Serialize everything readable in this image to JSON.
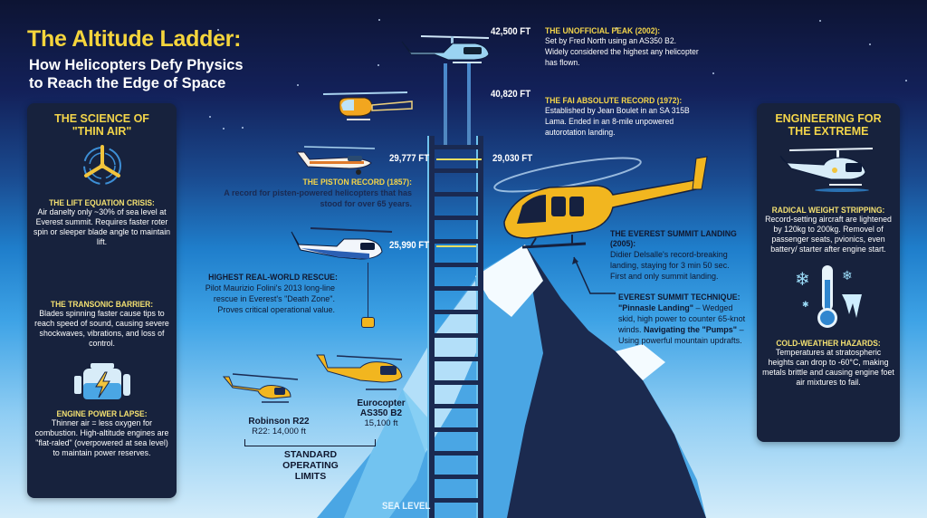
{
  "title": {
    "main": "The Altitude Ladder:",
    "subtitle_line1": "How Helicopters Defy Physics",
    "subtitle_line2": "to Reach the Edge of Space"
  },
  "left_panel": {
    "title_line1": "THE SCIENCE OF",
    "title_line2": "\"THIN AIR\"",
    "icon": "rotor-icon",
    "sections": [
      {
        "heading": "THE LIFT EQUATION CRISIS:",
        "body": "Air danelty only ~30% of sea level at Everest summit. Requires faster roter spin or sleeper blade angle to maintain lift."
      },
      {
        "heading": "THE TRANSONIC BARRIER:",
        "body": "Blades spinning faster cause tips to reach speed of sound, causing severe shockwaves, vibrations, and loss of control."
      },
      {
        "heading": "ENGINE POWER LAPSE:",
        "body": "Thinner air = less oxygen for combustion. High-altitude engines are \"flat-raled\" (overpowered at sea level) to maintain power reserves.",
        "icon": "engine-icon"
      }
    ]
  },
  "right_panel": {
    "title_line1": "ENGINEERING FOR",
    "title_line2": "THE EXTREME",
    "sections": [
      {
        "heading": "RADICAL WEIGHT STRIPPING:",
        "body": "Record-setting aircraft are lightened by 120kg to 200kg. Removel of passenger seats, pvionics, even battery/ starter after engine start.",
        "icon": "helicopter-icon"
      },
      {
        "heading": "COLD-WEATHER HAZARDS:",
        "body": "Temperatures at stratospheric heights can drop to -60°C, making metals brittle and causing engine foet air mixtures to fail.",
        "icon": "thermometer-icon"
      }
    ]
  },
  "altitudes": {
    "a42500": "42,500 FT",
    "a40820": "40,820 FT",
    "a29777": "29,777 FT",
    "a29030": "29,030 FT",
    "a25990": "25,990 FT",
    "sea_level": "SEA LEVEL"
  },
  "records": {
    "unofficial_peak": {
      "heading": "THE UNOFFICIAL PEAK (2002):",
      "body": "Set by Fred North using an AS350 B2. Widely considered the highest any helicopter has flown."
    },
    "fai_record": {
      "heading": "THE FAI ABSOLUTE RECORD (1972):",
      "body": "Established by Jean Boulet in an SA 315B Lama. Ended in an 8-mile unpowered autorotation landing."
    },
    "piston_record": {
      "heading": "THE PISTON RECORD (1857):",
      "body": "A record for pisten-powered helicopters that has stood for over 65 years."
    },
    "rescue": {
      "heading": "HIGHEST REAL-WORLD RESCUE:",
      "body": "Pilot Maurizio Folini's 2013 long-line rescue in Everest's \"Death Zone\". Proves critical operational value."
    },
    "everest_landing": {
      "heading": "THE EVEREST SUMMIT LANDING (2005):",
      "body": "Didier Delsalle's record-breaking landing, staying for 3 min 50 sec. First and only summit landing."
    },
    "technique": {
      "heading": "EVEREST SUMMIT TECHNIQUE:",
      "bold1": "\"Pinnasle Landing\"",
      "text1": " – Wedged skid, high power to counter 65-knot winds. ",
      "bold2": "Navigating the \"Pumps\"",
      "text2": " – Using powerful mountain updrafts."
    }
  },
  "standard_limits": {
    "r22_name": "Robinson R22",
    "r22_alt": "R22: 14,000 ft",
    "as350_name_line1": "Eurocopter",
    "as350_name_line2": "AS350 B2",
    "as350_alt": "15,100 ft",
    "label_line1": "STANDARD",
    "label_line2": "OPERATING LIMITS"
  },
  "colors": {
    "title_yellow": "#f5d53c",
    "panel_bg": "#17223d",
    "sky_top": "#0d1433",
    "sky_bottom": "#d3ecfa",
    "accent_line": "#e9df62",
    "helicopter_yellow": "#f2b61f"
  }
}
